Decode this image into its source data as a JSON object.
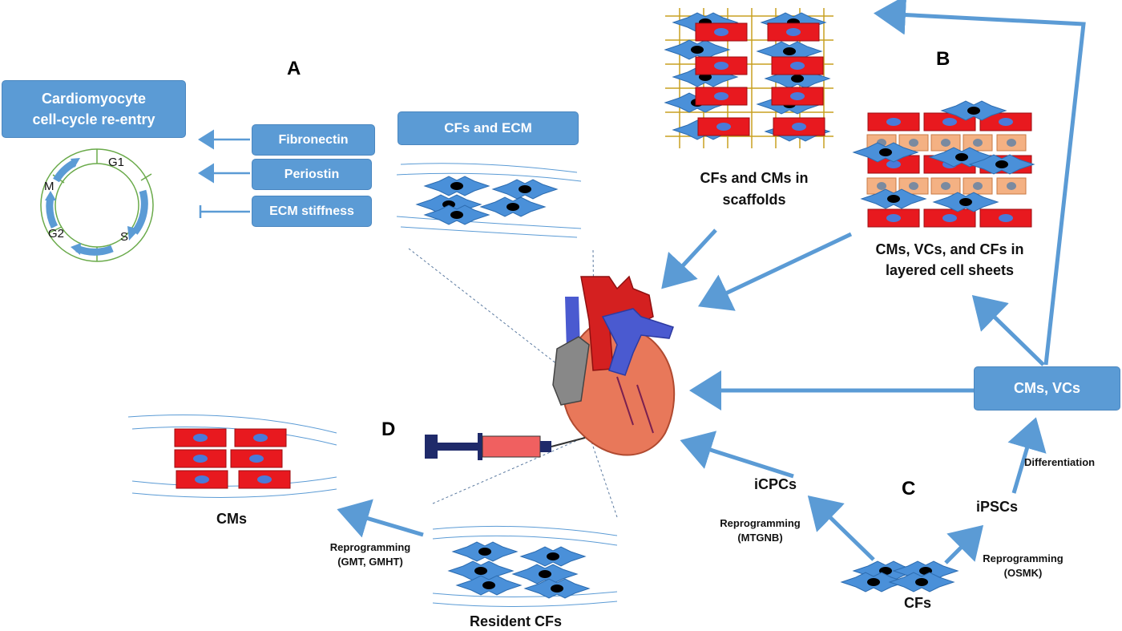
{
  "sections": {
    "a": "A",
    "b": "B",
    "c": "C",
    "d": "D"
  },
  "panel_a": {
    "title_line1": "Cardiomyocyte",
    "title_line2": "cell-cycle re-entry",
    "phases": {
      "g1": "G1",
      "s": "S",
      "g2": "G2",
      "m": "M"
    },
    "factors": [
      "Fibronectin",
      "Periostin",
      "ECM stiffness"
    ],
    "cfs_ecm": "CFs and ECM"
  },
  "panel_b": {
    "scaffold_line1": "CFs and CMs in",
    "scaffold_line2": "scaffolds",
    "sheet_line1": "CMs, VCs, and CFs in",
    "sheet_line2": "layered cell sheets"
  },
  "panel_c": {
    "cms_vcs": "CMs, VCs",
    "differentiation": "Differentiation",
    "ipscs": "iPSCs",
    "icpcs": "iCPCs",
    "cfs": "CFs",
    "reprog_mtgnb_1": "Reprogramming",
    "reprog_mtgnb_2": "(MTGNB)",
    "reprog_osmk_1": "Reprogramming",
    "reprog_osmk_2": "(OSMK)"
  },
  "panel_d": {
    "cms": "CMs",
    "resident_cfs": "Resident CFs",
    "reprog_1": "Reprogramming",
    "reprog_2": "(GMT, GMHT)"
  },
  "colors": {
    "arrow": "#5b9bd5",
    "box": "#5b9bd5",
    "cm_red": "#e8191f",
    "cf_blue": "#4a90d9",
    "vc_orange": "#f4b183",
    "heart": "#e8785a",
    "aorta": "#d42020",
    "vein": "#4a5ad0"
  }
}
